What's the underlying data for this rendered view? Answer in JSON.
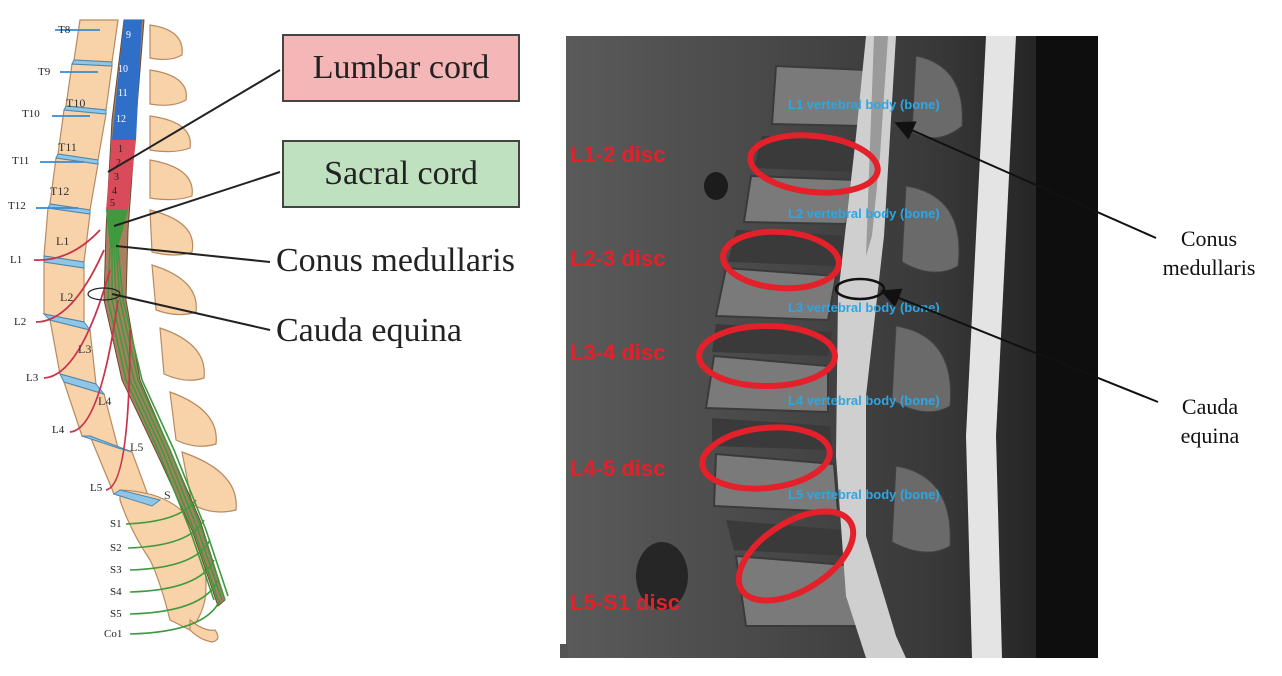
{
  "diagram": {
    "annotations": {
      "lumbar_cord": "Lumbar cord",
      "sacral_cord": "Sacral cord",
      "conus_medullaris": "Conus medullaris",
      "cauda_equina": "Cauda equina",
      "conus_side_line1": "Conus",
      "conus_side_line2": "medullaris",
      "cauda_side_line1": "Cauda",
      "cauda_side_line2": "equina"
    },
    "nerve_levels": [
      "T8",
      "T9",
      "T10",
      "T11",
      "T12",
      "L1",
      "L2",
      "L3",
      "L4",
      "L5",
      "S1",
      "S2",
      "S3",
      "S4",
      "S5",
      "Co1"
    ],
    "vertebra_labels": [
      "T10",
      "T11",
      "T12",
      "L1",
      "L2",
      "L3",
      "L4",
      "L5",
      "S"
    ],
    "cord_segments": [
      "9",
      "10",
      "11",
      "12",
      "1",
      "2",
      "3",
      "4",
      "5"
    ],
    "mri": {
      "disc_labels": [
        "L1-2 disc",
        "L2-3 disc",
        "L3-4 disc",
        "L4-5 disc",
        "L5-S1 disc"
      ],
      "vertebral_body_labels": [
        "L1 vertebral body (bone)",
        "L2 vertebral body (bone)",
        "L3 vertebral body (bone)",
        "L4 vertebral body (bone)",
        "L5 vertebral body (bone)"
      ]
    },
    "colors": {
      "lumbar_box": "#f4b6b6",
      "sacral_box": "#bfe1bf",
      "disc_red": "#e4202a",
      "label_blue": "#2aa7e6",
      "bone": "#f8d3aa",
      "cord_blue": "#2f6fc8",
      "cord_red": "#d94a5a",
      "cord_green": "#3f9a3f"
    }
  }
}
